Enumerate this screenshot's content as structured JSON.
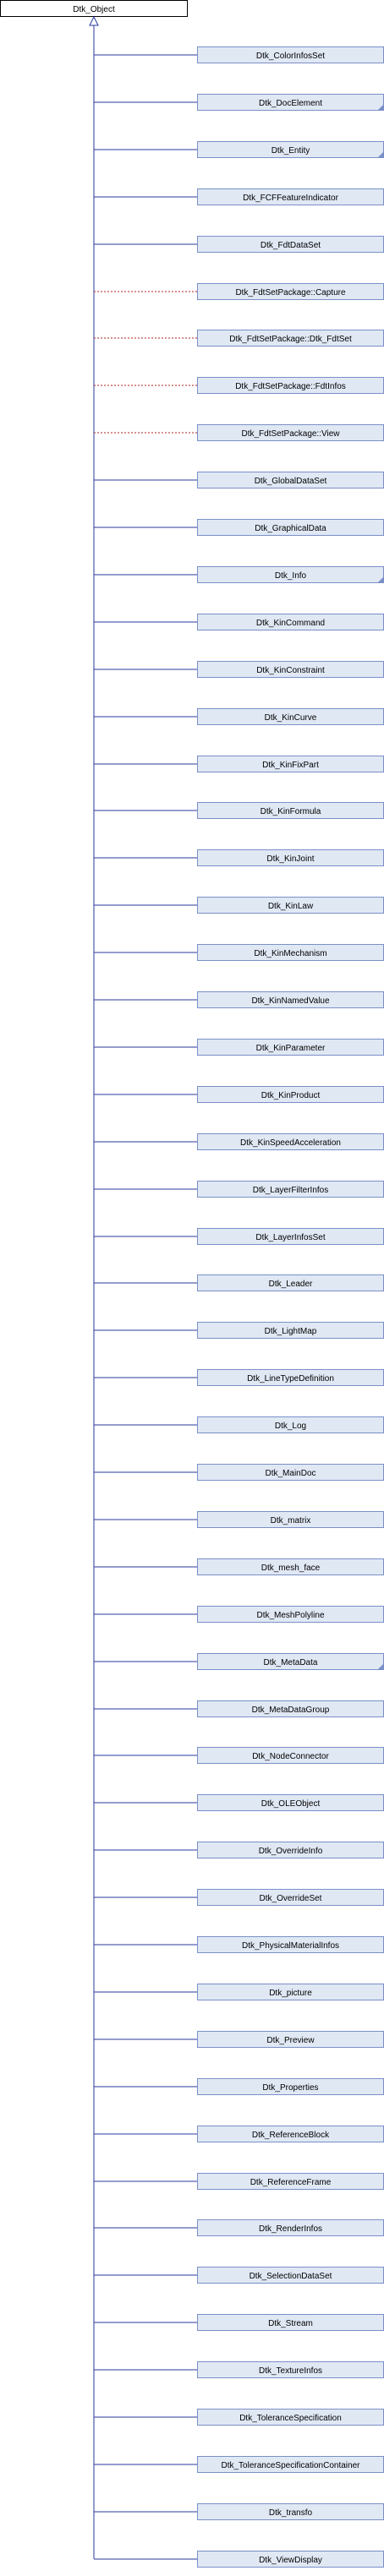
{
  "diagram": {
    "type": "class-inheritance",
    "root": "Dtk_Object",
    "colors": {
      "root_fill": "#ffffff",
      "root_border": "#000000",
      "child_fill": "#e0e8f4",
      "child_border": "#7a8fc7",
      "edge_public": "#2a3a9e",
      "edge_dotted": "#b22222"
    },
    "children": [
      {
        "label": "Dtk_ColorInfosSet",
        "edge": "solid",
        "has_more": false
      },
      {
        "label": "Dtk_DocElement",
        "edge": "solid",
        "has_more": true
      },
      {
        "label": "Dtk_Entity",
        "edge": "solid",
        "has_more": true
      },
      {
        "label": "Dtk_FCFFeatureIndicator",
        "edge": "solid",
        "has_more": false
      },
      {
        "label": "Dtk_FdtDataSet",
        "edge": "solid",
        "has_more": false
      },
      {
        "label": "Dtk_FdtSetPackage::Capture",
        "edge": "dotted",
        "has_more": false
      },
      {
        "label": "Dtk_FdtSetPackage::Dtk_FdtSet",
        "edge": "dotted",
        "has_more": false
      },
      {
        "label": "Dtk_FdtSetPackage::FdtInfos",
        "edge": "dotted",
        "has_more": false
      },
      {
        "label": "Dtk_FdtSetPackage::View",
        "edge": "dotted",
        "has_more": false
      },
      {
        "label": "Dtk_GlobalDataSet",
        "edge": "solid",
        "has_more": false
      },
      {
        "label": "Dtk_GraphicalData",
        "edge": "solid",
        "has_more": false
      },
      {
        "label": "Dtk_Info",
        "edge": "solid",
        "has_more": true
      },
      {
        "label": "Dtk_KinCommand",
        "edge": "solid",
        "has_more": false
      },
      {
        "label": "Dtk_KinConstraint",
        "edge": "solid",
        "has_more": false
      },
      {
        "label": "Dtk_KinCurve",
        "edge": "solid",
        "has_more": false
      },
      {
        "label": "Dtk_KinFixPart",
        "edge": "solid",
        "has_more": false
      },
      {
        "label": "Dtk_KinFormula",
        "edge": "solid",
        "has_more": false
      },
      {
        "label": "Dtk_KinJoint",
        "edge": "solid",
        "has_more": false
      },
      {
        "label": "Dtk_KinLaw",
        "edge": "solid",
        "has_more": false
      },
      {
        "label": "Dtk_KinMechanism",
        "edge": "solid",
        "has_more": false
      },
      {
        "label": "Dtk_KinNamedValue",
        "edge": "solid",
        "has_more": false
      },
      {
        "label": "Dtk_KinParameter",
        "edge": "solid",
        "has_more": false
      },
      {
        "label": "Dtk_KinProduct",
        "edge": "solid",
        "has_more": false
      },
      {
        "label": "Dtk_KinSpeedAcceleration",
        "edge": "solid",
        "has_more": false
      },
      {
        "label": "Dtk_LayerFilterInfos",
        "edge": "solid",
        "has_more": false
      },
      {
        "label": "Dtk_LayerInfosSet",
        "edge": "solid",
        "has_more": false
      },
      {
        "label": "Dtk_Leader",
        "edge": "solid",
        "has_more": false
      },
      {
        "label": "Dtk_LightMap",
        "edge": "solid",
        "has_more": false
      },
      {
        "label": "Dtk_LineTypeDefinition",
        "edge": "solid",
        "has_more": false
      },
      {
        "label": "Dtk_Log",
        "edge": "solid",
        "has_more": false
      },
      {
        "label": "Dtk_MainDoc",
        "edge": "solid",
        "has_more": false
      },
      {
        "label": "Dtk_matrix",
        "edge": "solid",
        "has_more": false
      },
      {
        "label": "Dtk_mesh_face",
        "edge": "solid",
        "has_more": false
      },
      {
        "label": "Dtk_MeshPolyline",
        "edge": "solid",
        "has_more": false
      },
      {
        "label": "Dtk_MetaData",
        "edge": "solid",
        "has_more": true
      },
      {
        "label": "Dtk_MetaDataGroup",
        "edge": "solid",
        "has_more": false
      },
      {
        "label": "Dtk_NodeConnector",
        "edge": "solid",
        "has_more": false
      },
      {
        "label": "Dtk_OLEObject",
        "edge": "solid",
        "has_more": false
      },
      {
        "label": "Dtk_OverrideInfo",
        "edge": "solid",
        "has_more": false
      },
      {
        "label": "Dtk_OverrideSet",
        "edge": "solid",
        "has_more": false
      },
      {
        "label": "Dtk_PhysicalMaterialInfos",
        "edge": "solid",
        "has_more": false
      },
      {
        "label": "Dtk_picture",
        "edge": "solid",
        "has_more": false
      },
      {
        "label": "Dtk_Preview",
        "edge": "solid",
        "has_more": false
      },
      {
        "label": "Dtk_Properties",
        "edge": "solid",
        "has_more": false
      },
      {
        "label": "Dtk_ReferenceBlock",
        "edge": "solid",
        "has_more": false
      },
      {
        "label": "Dtk_ReferenceFrame",
        "edge": "solid",
        "has_more": false
      },
      {
        "label": "Dtk_RenderInfos",
        "edge": "solid",
        "has_more": false
      },
      {
        "label": "Dtk_SelectionDataSet",
        "edge": "solid",
        "has_more": false
      },
      {
        "label": "Dtk_Stream",
        "edge": "solid",
        "has_more": false
      },
      {
        "label": "Dtk_TextureInfos",
        "edge": "solid",
        "has_more": false
      },
      {
        "label": "Dtk_ToleranceSpecification",
        "edge": "solid",
        "has_more": false
      },
      {
        "label": "Dtk_ToleranceSpecificationContainer",
        "edge": "solid",
        "has_more": false
      },
      {
        "label": "Dtk_transfo",
        "edge": "solid",
        "has_more": false
      },
      {
        "label": "Dtk_ViewDisplay",
        "edge": "solid",
        "has_more": false
      }
    ]
  }
}
